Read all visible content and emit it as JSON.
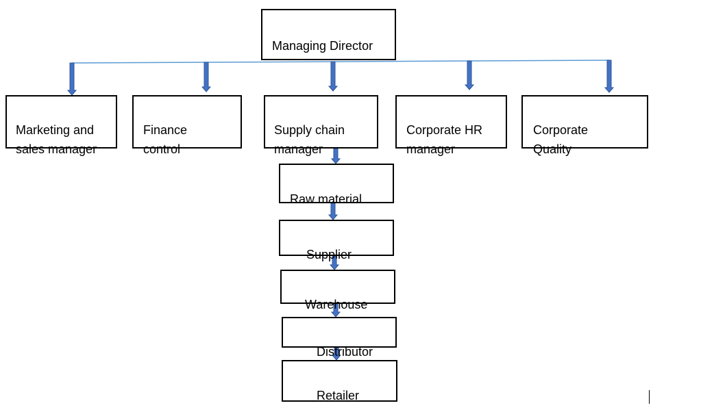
{
  "diagram": {
    "root": {
      "label": "Managing Director"
    },
    "departments": [
      {
        "label": "Marketing and\nsales manager"
      },
      {
        "label": "Finance\ncontrol"
      },
      {
        "label": "Supply chain\nmanager"
      },
      {
        "label": "Corporate HR\nmanager"
      },
      {
        "label": "Corporate\nQuality"
      }
    ],
    "supply_chain": [
      {
        "label": "Raw material"
      },
      {
        "label": "Supplier"
      },
      {
        "label": "Warehouse"
      },
      {
        "label": "Distributor"
      },
      {
        "label": "Retailer"
      }
    ],
    "colors": {
      "connector_line": "#5b9bd5",
      "arrow_fill": "#4472c4",
      "arrow_stroke": "#2f5597",
      "box_border": "#000000",
      "text": "#000000"
    }
  }
}
